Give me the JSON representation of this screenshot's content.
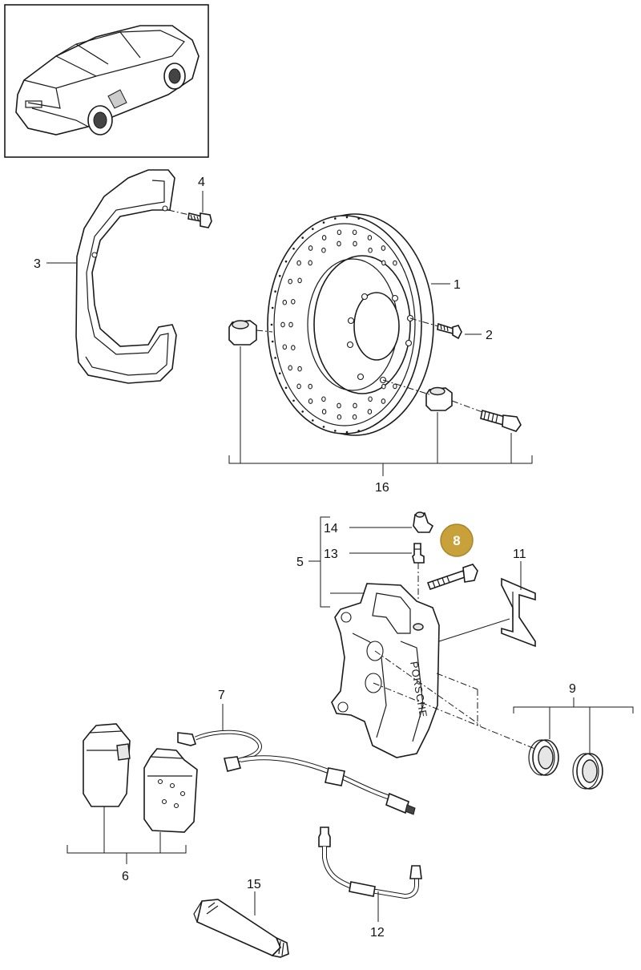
{
  "callouts": {
    "c1": "1",
    "c2": "2",
    "c3": "3",
    "c4": "4",
    "c5": "5",
    "c6": "6",
    "c7": "7",
    "c8": "8",
    "c9": "9",
    "c11": "11",
    "c12": "12",
    "c13": "13",
    "c14": "14",
    "c15": "15",
    "c16": "16"
  },
  "caliper_brand": "PORSCHE",
  "colors": {
    "highlight": "#c8a13a",
    "ink": "#1a1a1a",
    "background": "#ffffff"
  }
}
